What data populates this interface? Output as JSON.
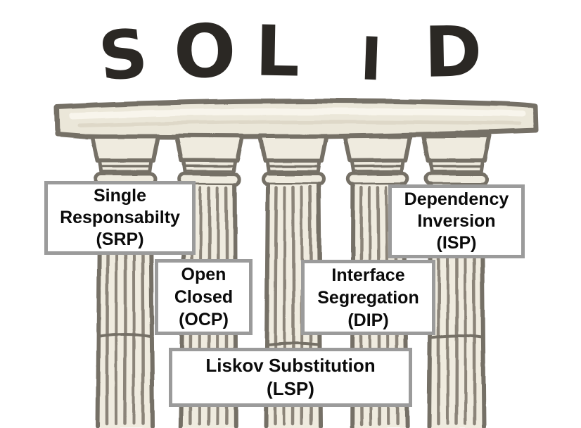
{
  "title": {
    "text": "SOLID",
    "letters": [
      "S",
      "O",
      "L",
      "I",
      "D"
    ]
  },
  "labels": {
    "srp": {
      "line1": "Single",
      "line2": "Responsabilty",
      "line3": "(SRP)"
    },
    "ocp": {
      "line1": "Open",
      "line2": "Closed",
      "line3": "(OCP)"
    },
    "isg": {
      "line1": "Interface",
      "line2": "Segregation",
      "line3": "(DIP)"
    },
    "dep": {
      "line1": "Dependency",
      "line2": "Inversion",
      "line3": "(ISP)"
    },
    "lsp": {
      "line1": "Liskov Substitution",
      "line2": "(LSP)"
    }
  },
  "colors": {
    "background": "#ffffff",
    "title_ink": "#2b2824",
    "pillar_outline": "#756f66",
    "pillar_flute": "#8b8479",
    "pillar_fill": "#efebdf",
    "beam_fill": "#ebe7d9",
    "box_border": "#9b9b9b",
    "label_text": "#0b0b0b"
  }
}
